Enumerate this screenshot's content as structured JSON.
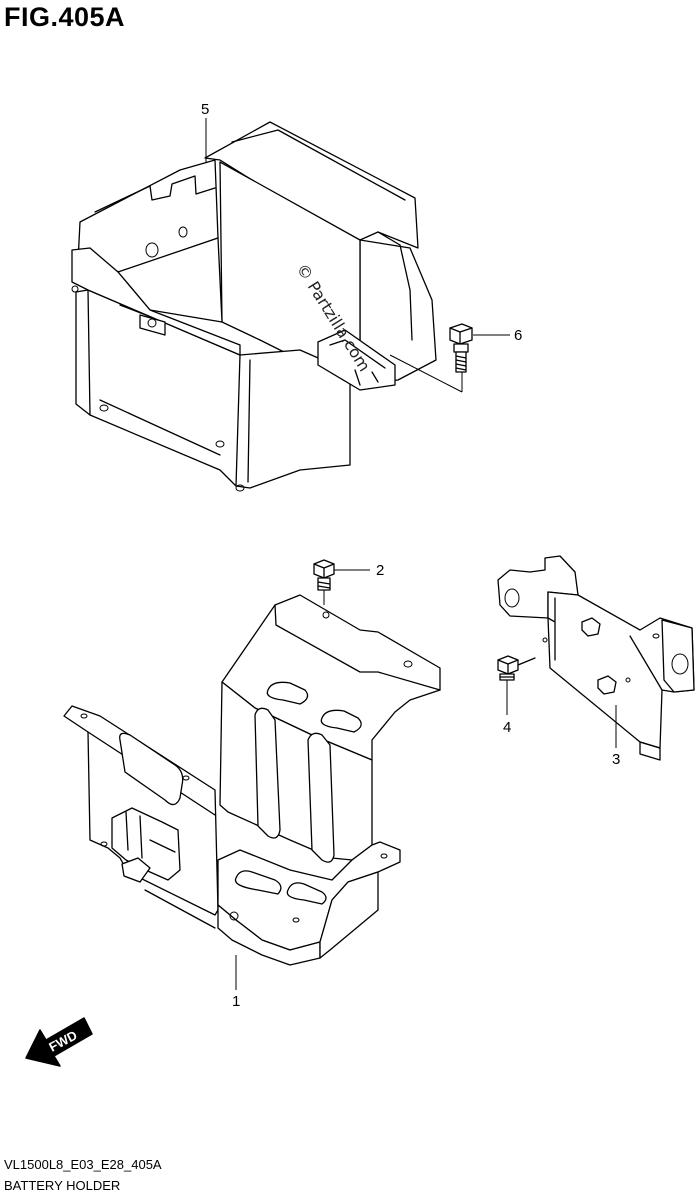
{
  "figure": {
    "title": "FIG.405A"
  },
  "watermark": "© Partzilla.com",
  "parts": [
    {
      "ref": "1"
    },
    {
      "ref": "2"
    },
    {
      "ref": "3"
    },
    {
      "ref": "4"
    },
    {
      "ref": "5"
    },
    {
      "ref": "6"
    }
  ],
  "direction_arrow": {
    "label": "FWD",
    "icon": "fwd-arrow-icon"
  },
  "footer": {
    "model_code": "VL1500L8_E03_E28_405A",
    "description": "BATTERY HOLDER"
  }
}
